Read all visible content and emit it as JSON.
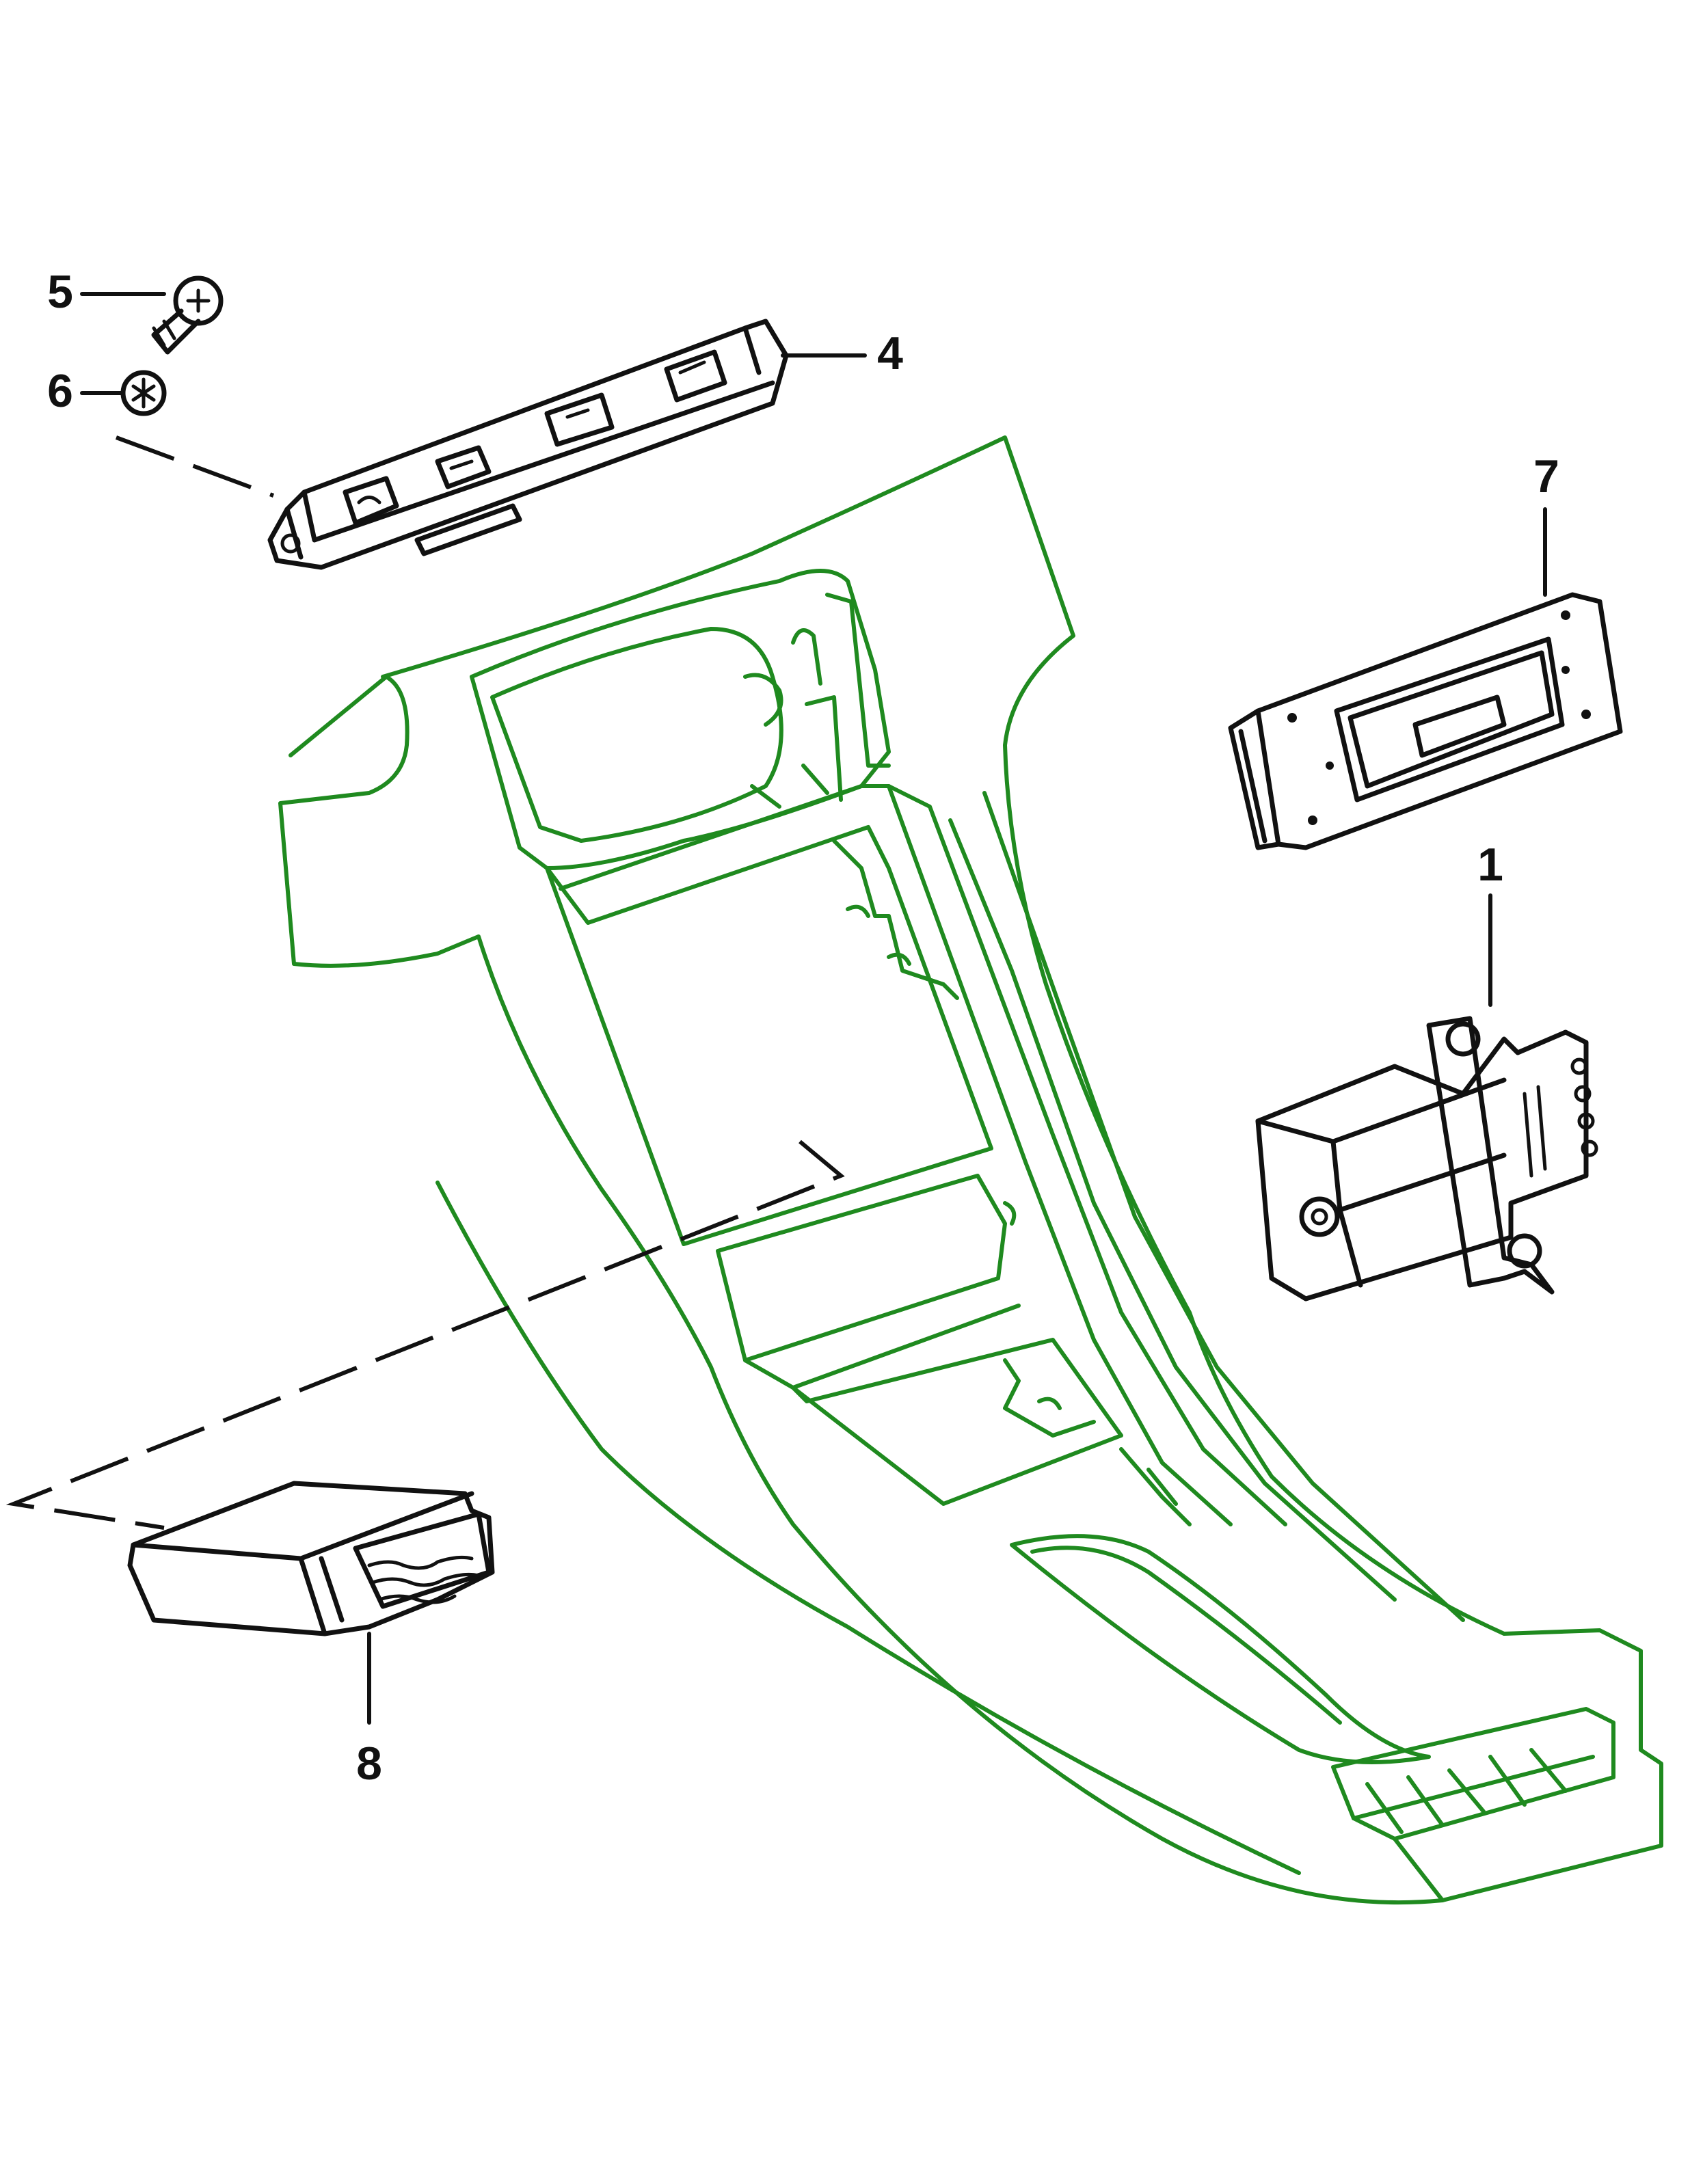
{
  "colors": {
    "console_outline": "#1f8a1f",
    "parts_ink": "#111111",
    "background": "#ffffff"
  },
  "callouts": [
    {
      "id": "1",
      "label": "1",
      "part": "control-module"
    },
    {
      "id": "4",
      "label": "4",
      "part": "switch-bezel"
    },
    {
      "id": "5",
      "label": "5",
      "part": "screw"
    },
    {
      "id": "6",
      "label": "6",
      "part": "nut"
    },
    {
      "id": "7",
      "label": "7",
      "part": "bezel-plate"
    },
    {
      "id": "8",
      "label": "8",
      "part": "electronic-module"
    }
  ]
}
